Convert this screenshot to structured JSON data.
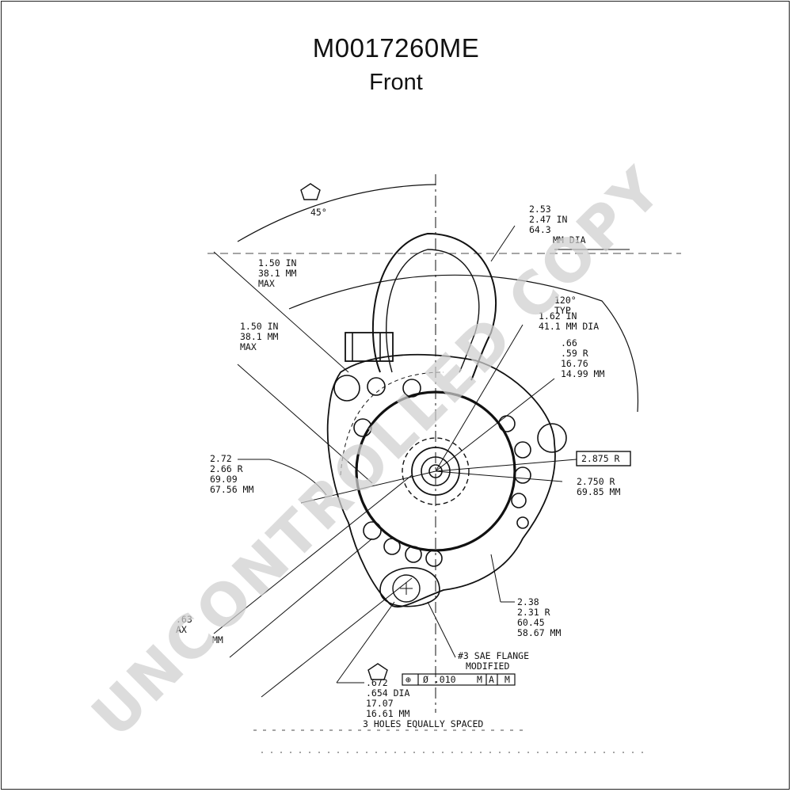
{
  "header": {
    "title": "M0017260ME",
    "subtitle": "Front"
  },
  "watermark": "UNCONTROLLED COPY",
  "callouts": {
    "angle45": "45°",
    "flange_dia": [
      "2.53",
      "2.47 IN",
      "64.3",
      "MM DIA"
    ],
    "ear_dist_1": [
      "1.50 IN",
      "38.1 MM",
      "MAX"
    ],
    "ear_dist_2": [
      "1.50 IN",
      "38.1 MM",
      "MAX"
    ],
    "angle120": [
      "120°",
      "TYP"
    ],
    "pilot_dia": [
      "1.62 IN",
      "41.1 MM DIA"
    ],
    "radius_small": [
      ".66",
      ".59 R",
      "16.76",
      "14.99 MM"
    ],
    "box_radius": "2.875 R",
    "radius_2750": [
      "2.750 R",
      "69.85 MM"
    ],
    "radius_272": [
      "2.72",
      "2.66 R",
      "69.09",
      "67.56 MM"
    ],
    "radius_238": [
      "2.38",
      "2.31 R",
      "60.45",
      "58.67 MM"
    ],
    "left_partial": [
      ".63",
      "AX",
      "MM"
    ],
    "flange_note": [
      "#3 SAE FLANGE",
      "MODIFIED"
    ],
    "hole_note": [
      ".672",
      ".654 DIA",
      "17.07",
      "16.61 MM",
      "3 HOLES EQUALLY SPACED"
    ],
    "tolerance_frame": [
      "⊕",
      "Ø .010",
      "M",
      "A",
      "M"
    ]
  },
  "colors": {
    "ink": "#111111",
    "watermark": "#cfcfcf"
  },
  "icons": {
    "datum_a": "pentagon-datum-icon",
    "datum_b": "pentagon-datum-icon"
  }
}
